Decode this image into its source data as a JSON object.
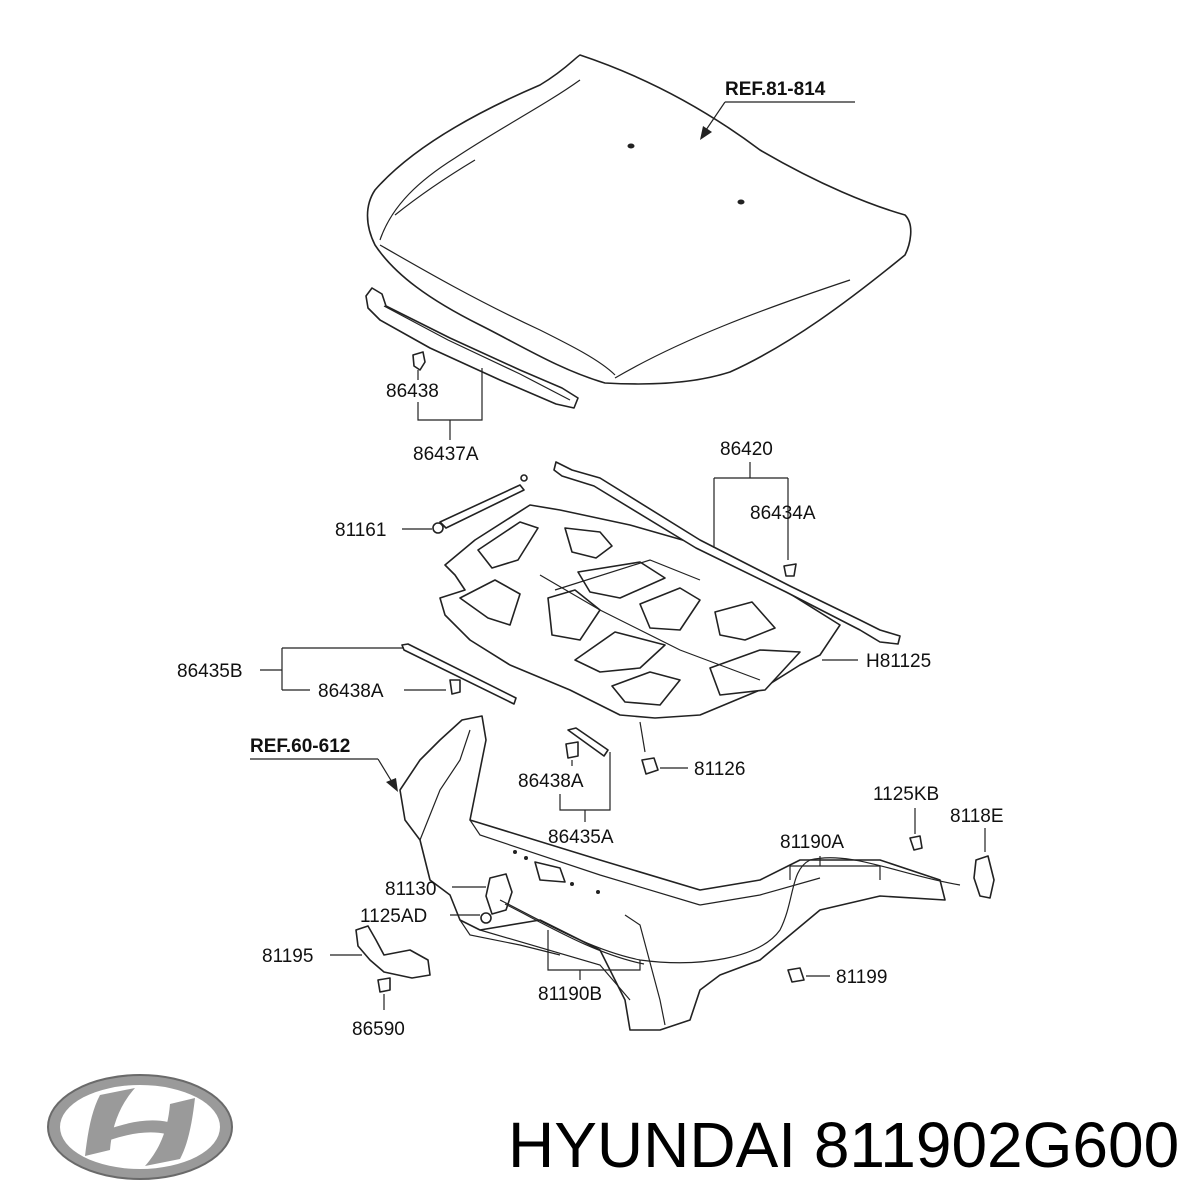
{
  "refs": {
    "hood": "REF.81-814",
    "carrier": "REF.60-612"
  },
  "parts": {
    "p86438_top": "86438",
    "p86437A": "86437A",
    "p86420": "86420",
    "p81161": "81161",
    "p86434A": "86434A",
    "p86435B": "86435B",
    "pH81125": "H81125",
    "p86438A_left": "86438A",
    "p86438A_mid": "86438A",
    "p81126": "81126",
    "p86435A": "86435A",
    "p1125KB": "1125KB",
    "p8118E": "8118E",
    "p81190A": "81190A",
    "p81130": "81130",
    "p1125AD": "1125AD",
    "p81195": "81195",
    "p81199": "81199",
    "p81190B": "81190B",
    "p86590": "86590"
  },
  "footer": {
    "brand": "HYUNDAI",
    "part_number": "811902G600"
  },
  "logo": {
    "icon": "hyundai-logo-icon"
  }
}
